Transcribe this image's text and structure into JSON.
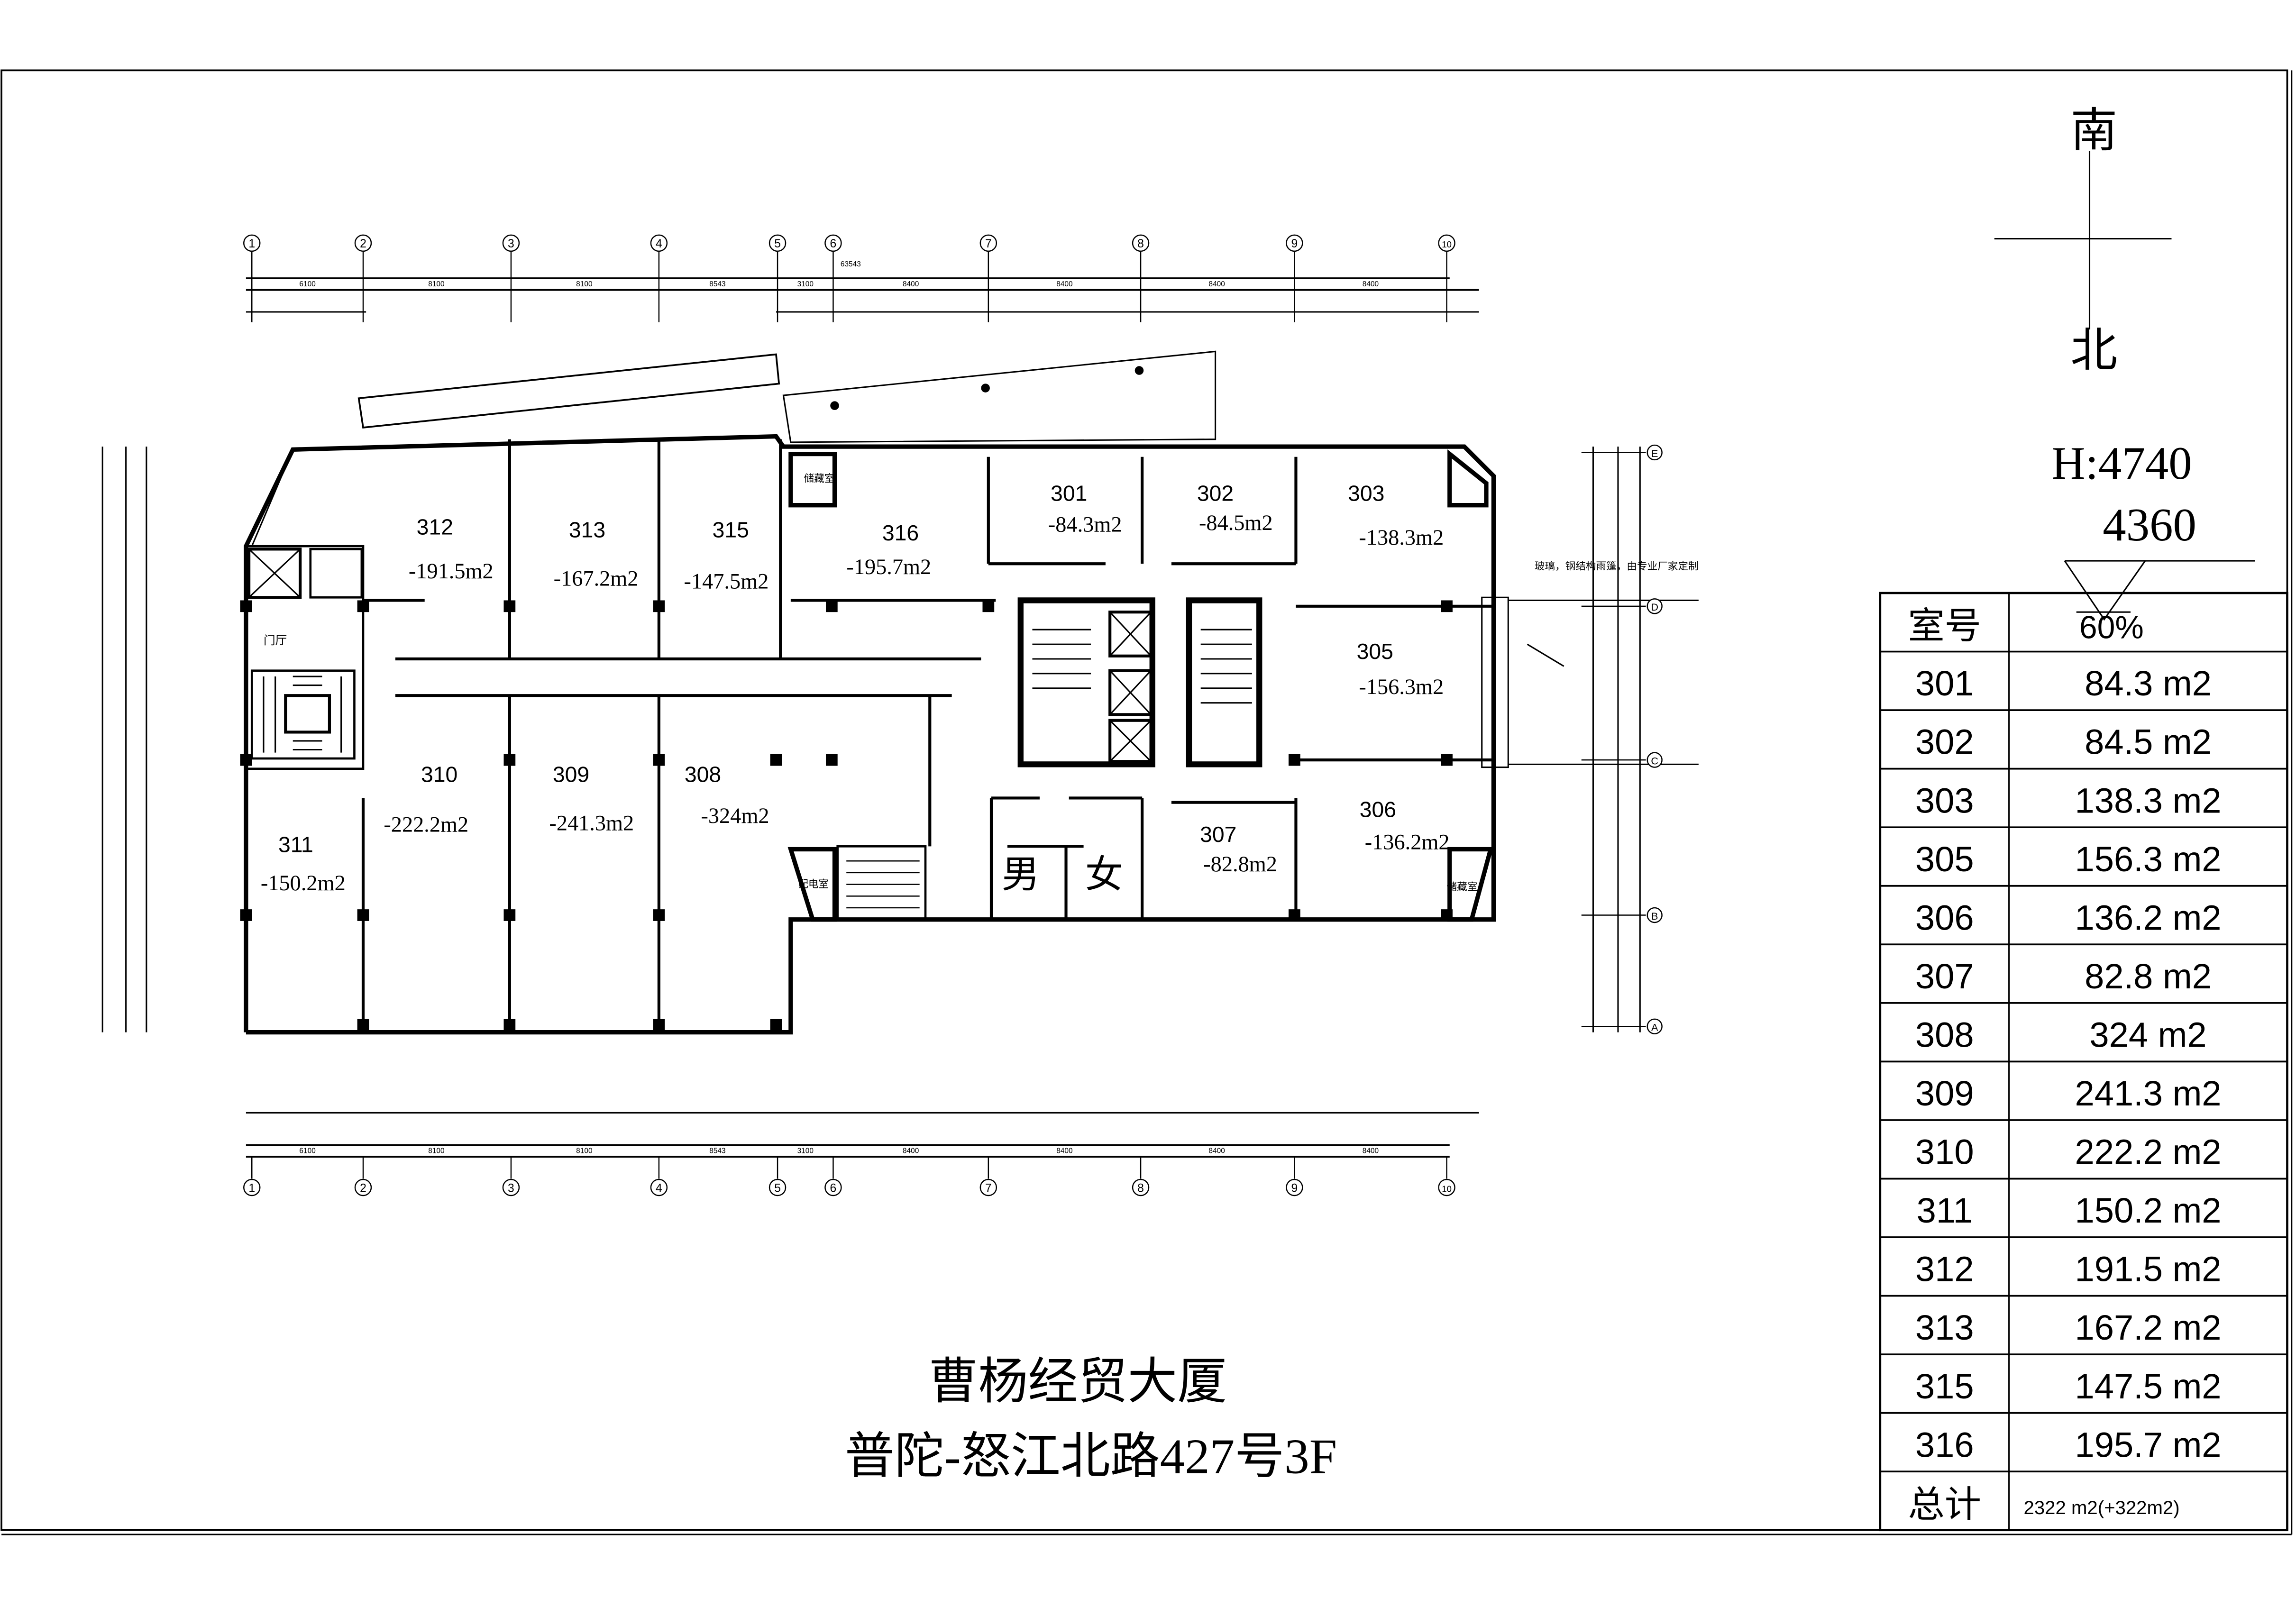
{
  "compass": {
    "top": "南",
    "bottom": "北"
  },
  "height_note": {
    "line1": "H:4740",
    "line2": "4360"
  },
  "title": {
    "building": "曹杨经贸大厦",
    "address": "普陀-怒江北路427号3F"
  },
  "canopy_note": "玻璃，钢结构雨篷，由专业厂家定制",
  "axes": {
    "columns": [
      "1",
      "2",
      "3",
      "4",
      "5",
      "6",
      "7",
      "8",
      "9",
      "10"
    ],
    "rows": [
      "E",
      "D",
      "C",
      "B",
      "A"
    ]
  },
  "dimensions": {
    "top_spans": [
      "6100",
      "8100",
      "8100",
      "8543",
      "3100",
      "8400",
      "8400",
      "8400",
      "8400"
    ],
    "overall": "63543"
  },
  "floor_labels": {
    "storage_nw": "储藏室",
    "lobby": "门厅",
    "power_room": "配电室",
    "storage_se": "储藏室",
    "men": "男",
    "women": "女"
  },
  "rooms": [
    {
      "no": "312",
      "area": "-191.5m2"
    },
    {
      "no": "313",
      "area": "-167.2m2"
    },
    {
      "no": "315",
      "area": "-147.5m2"
    },
    {
      "no": "316",
      "area": "-195.7m2"
    },
    {
      "no": "301",
      "area": "-84.3m2"
    },
    {
      "no": "302",
      "area": "-84.5m2"
    },
    {
      "no": "303",
      "area": "-138.3m2"
    },
    {
      "no": "305",
      "area": "-156.3m2"
    },
    {
      "no": "310",
      "area": "-222.2m2"
    },
    {
      "no": "309",
      "area": "-241.3m2"
    },
    {
      "no": "308",
      "area": "-324m2"
    },
    {
      "no": "311",
      "area": "-150.2m2"
    },
    {
      "no": "307",
      "area": "-82.8m2"
    },
    {
      "no": "306",
      "area": "-136.2m2"
    }
  ],
  "table": {
    "header": {
      "room": "室号",
      "ratio": "60%"
    },
    "rows": [
      {
        "room": "301",
        "area": "84.3 m2"
      },
      {
        "room": "302",
        "area": "84.5 m2"
      },
      {
        "room": "303",
        "area": "138.3 m2"
      },
      {
        "room": "305",
        "area": "156.3 m2"
      },
      {
        "room": "306",
        "area": "136.2 m2"
      },
      {
        "room": "307",
        "area": "82.8 m2"
      },
      {
        "room": "308",
        "area": "324 m2"
      },
      {
        "room": "309",
        "area": "241.3 m2"
      },
      {
        "room": "310",
        "area": "222.2 m2"
      },
      {
        "room": "311",
        "area": "150.2 m2"
      },
      {
        "room": "312",
        "area": "191.5 m2"
      },
      {
        "room": "313",
        "area": "167.2 m2"
      },
      {
        "room": "315",
        "area": "147.5 m2"
      },
      {
        "room": "316",
        "area": "195.7 m2"
      }
    ],
    "total": {
      "label": "总计",
      "value": "2322 m2(+322m2)"
    }
  }
}
